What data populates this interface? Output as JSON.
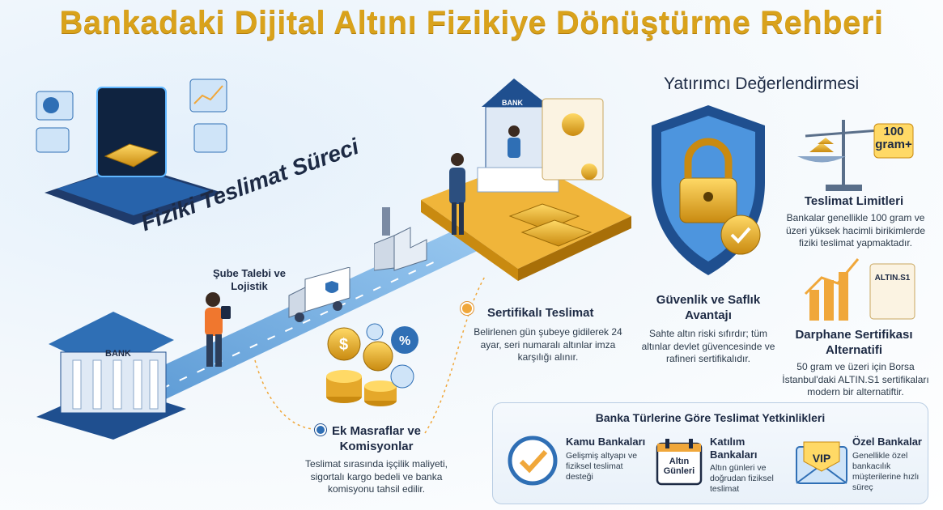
{
  "title": "Bankadaki Dijital Altını Fizikiye Dönüştürme Rehberi",
  "process": {
    "title": "Fiziki Teslimat Süreci",
    "step1": {
      "title": "Şube Talebi ve Lojistik"
    },
    "step2": {
      "title": "Sertifikalı Teslimat",
      "desc": "Belirlenen gün şubeye gidilerek 24 ayar, seri numaralı altınlar imza karşılığı alınır."
    },
    "step3": {
      "title": "Ek Masraflar ve Komisyonlar",
      "desc": "Teslimat sırasında işçilik maliyeti, sigortalı kargo bedeli ve banka komisyonu tahsil edilir."
    }
  },
  "illustration": {
    "bank_sign_left": "BANK",
    "bank_sign_top": "BANK",
    "percent_symbol": "%",
    "dollar_symbol": "$"
  },
  "assessment": {
    "title": "Yatırımcı Değerlendirmesi",
    "security": {
      "title": "Güvenlik ve Saflık Avantajı",
      "desc": "Sahte altın riski sıfırdır; tüm altınlar devlet güvencesinde ve rafineri sertifikalıdır."
    },
    "limits": {
      "badge": "100 gram+",
      "title": "Teslimat Limitleri",
      "desc": "Bankalar genellikle 100 gram ve üzeri yüksek hacimli birikimlerde fiziki teslimat yapmaktadır."
    },
    "mint": {
      "badge": "ALTIN.S1",
      "title": "Darphane Sertifikası Alternatifi",
      "desc": "50 gram ve üzeri için Borsa İstanbul'daki ALTIN.S1 sertifikaları modern bir alternatiftir."
    }
  },
  "bank_types": {
    "title": "Banka Türlerine Göre Teslimat Yetkinlikleri",
    "items": [
      {
        "title": "Kamu Bankaları",
        "desc": "Gelişmiş altyapı ve fiziksel teslimat desteği",
        "icon": "check-circle-icon"
      },
      {
        "title": "Katılım Bankaları",
        "desc": "Altın günleri ve doğrudan fiziksel teslimat",
        "icon": "calendar-icon",
        "icon_text": "Altın Günleri"
      },
      {
        "title": "Özel Bankalar",
        "desc": "Genellikle özel bankacılık müşterilerine hızlı süreç",
        "icon": "vip-envelope-icon",
        "icon_text": "VIP"
      }
    ]
  },
  "colors": {
    "gold": "#d9a21b",
    "navy": "#1d2a44",
    "blue": "#2f6fb5",
    "orange": "#f0a73a"
  }
}
